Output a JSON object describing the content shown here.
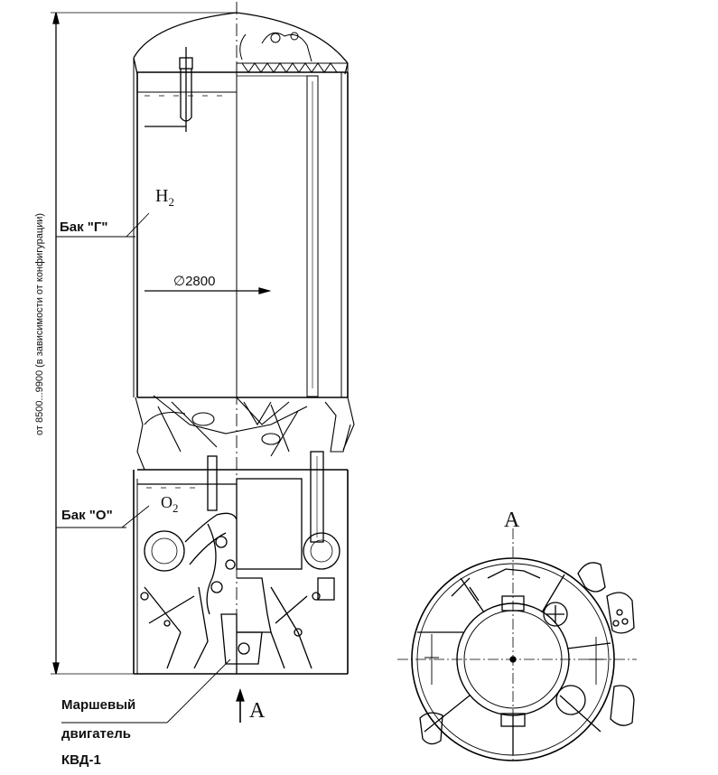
{
  "labels": {
    "overall_height": "от 8500...9900 (в зависимости от конфигурации)",
    "tank_g": "Бак \"Г\"",
    "tank_o": "Бак \"О\"",
    "h2_main": "H",
    "h2_sub": "2",
    "o2_main": "O",
    "o2_sub": "2",
    "diameter": "∅2800",
    "engine_line1": "Маршевый",
    "engine_line2": "двигатель",
    "engine_line3": "КВД-1",
    "view_arrow_label": "A",
    "view_title": "A"
  }
}
